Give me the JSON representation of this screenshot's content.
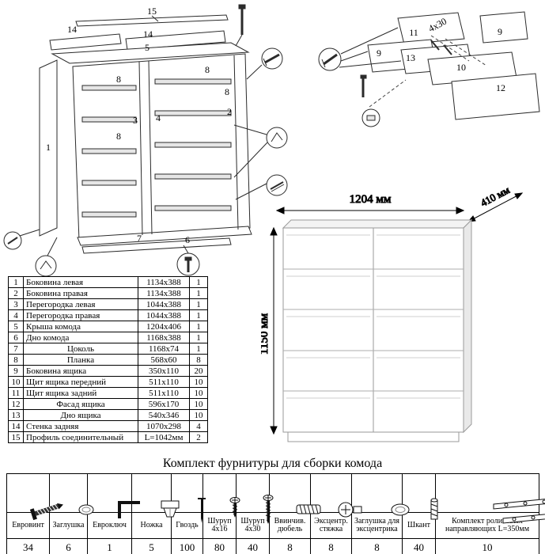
{
  "parts_table": {
    "rows": [
      {
        "num": "1",
        "name": "Боковина левая",
        "size": "1134x388",
        "qty": "1"
      },
      {
        "num": "2",
        "name": "Боковина правая",
        "size": "1134x388",
        "qty": "1"
      },
      {
        "num": "3",
        "name": "Перегородка левая",
        "size": "1044x388",
        "qty": "1"
      },
      {
        "num": "4",
        "name": "Перегородка правая",
        "size": "1044x388",
        "qty": "1"
      },
      {
        "num": "5",
        "name": "Крыша комода",
        "size": "1204x406",
        "qty": "1"
      },
      {
        "num": "6",
        "name": "Дно комода",
        "size": "1168x388",
        "qty": "1"
      },
      {
        "num": "7",
        "name": "Цоколь",
        "size": "1168x74",
        "qty": "1"
      },
      {
        "num": "8",
        "name": "Планка",
        "size": "568x60",
        "qty": "8"
      },
      {
        "num": "9",
        "name": "Боковина ящика",
        "size": "350x110",
        "qty": "20"
      },
      {
        "num": "10",
        "name": "Щит ящика передний",
        "size": "511x110",
        "qty": "10"
      },
      {
        "num": "11",
        "name": "Щит ящика задний",
        "size": "511x110",
        "qty": "10"
      },
      {
        "num": "12",
        "name": "Фасад ящика",
        "size": "596x170",
        "qty": "10"
      },
      {
        "num": "13",
        "name": "Дно ящика",
        "size": "540x346",
        "qty": "10"
      },
      {
        "num": "14",
        "name": "Стенка задняя",
        "size": "1070x298",
        "qty": "4"
      },
      {
        "num": "15",
        "name": "Профиль соединительный",
        "size": "L=1042мм",
        "qty": "2"
      }
    ]
  },
  "dimensions": {
    "width": "1204 мм",
    "depth": "410 мм",
    "height": "1150 мм"
  },
  "frame_diagram": {
    "labels": {
      "n15": "15",
      "n14a": "14",
      "n14b": "14",
      "n5": "5",
      "n1": "1",
      "n2": "2",
      "n3": "3",
      "n4": "4",
      "n6": "6",
      "n7": "7",
      "n8a": "8",
      "n8b": "8",
      "n8c": "8",
      "n8d": "8"
    }
  },
  "drawer_diagram": {
    "labels": {
      "n11": "11",
      "n9a": "9",
      "n9b": "9",
      "n13": "13",
      "n10": "10",
      "n12": "12",
      "screw": "4x30"
    }
  },
  "hardware": {
    "title": "Комплект фурнитуры для сборки комода",
    "items": [
      {
        "name": "Евровинт",
        "qty": "34",
        "icon": "euro-screw-icon"
      },
      {
        "name": "Заглушка",
        "qty": "6",
        "icon": "cap-icon"
      },
      {
        "name": "Евроключ",
        "qty": "1",
        "icon": "hex-key-icon"
      },
      {
        "name": "Ножка",
        "qty": "5",
        "icon": "foot-icon"
      },
      {
        "name": "Гвоздь",
        "qty": "100",
        "icon": "nail-icon"
      },
      {
        "name": "Шуруп 4x16",
        "qty": "80",
        "icon": "screw-4x16-icon"
      },
      {
        "name": "Шуруп 4x30",
        "qty": "40",
        "icon": "screw-4x30-icon"
      },
      {
        "name": "Ввинчив. дюбель",
        "qty": "8",
        "icon": "threaded-dowel-icon"
      },
      {
        "name": "Эксцентр. стяжка",
        "qty": "8",
        "icon": "cam-lock-icon"
      },
      {
        "name": "Заглушка для эксцентрика",
        "qty": "8",
        "icon": "cam-cap-icon"
      },
      {
        "name": "Шкант",
        "qty": "40",
        "icon": "dowel-icon"
      },
      {
        "name": "Комплект роликовых направляющих L=350мм",
        "qty": "10",
        "icon": "drawer-slides-icon"
      }
    ]
  }
}
